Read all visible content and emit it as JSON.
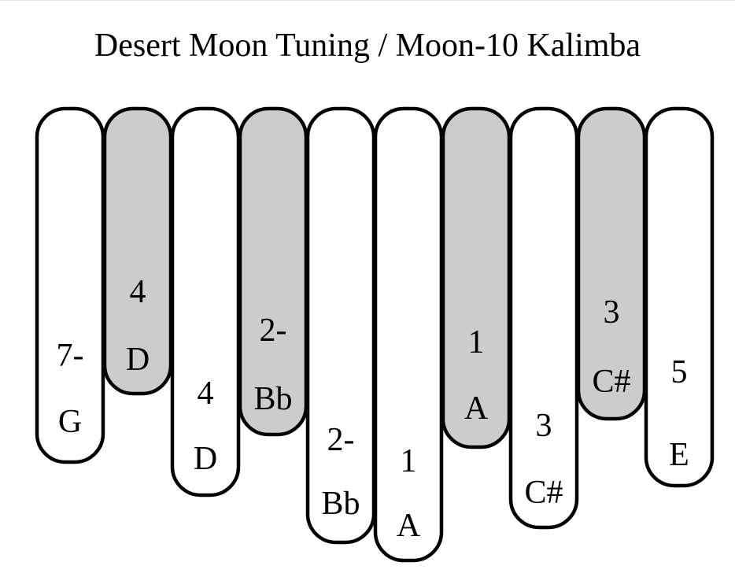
{
  "title": "Desert Moon Tuning / Moon-10 Kalimba",
  "colors": {
    "white_tine": "#ffffff",
    "shaded_tine": "#cccccc",
    "outline": "#000000"
  },
  "tines": [
    {
      "number": "7-",
      "note": "G",
      "shaded": false
    },
    {
      "number": "4",
      "note": "D",
      "shaded": true
    },
    {
      "number": "4",
      "note": "D",
      "shaded": false
    },
    {
      "number": "2-",
      "note": "Bb",
      "shaded": true
    },
    {
      "number": "2-",
      "note": "Bb",
      "shaded": false
    },
    {
      "number": "1",
      "note": "A",
      "shaded": false
    },
    {
      "number": "1",
      "note": "A",
      "shaded": true
    },
    {
      "number": "3",
      "note": "C#",
      "shaded": false
    },
    {
      "number": "3",
      "note": "C#",
      "shaded": true
    },
    {
      "number": "5",
      "note": "E",
      "shaded": false
    }
  ]
}
